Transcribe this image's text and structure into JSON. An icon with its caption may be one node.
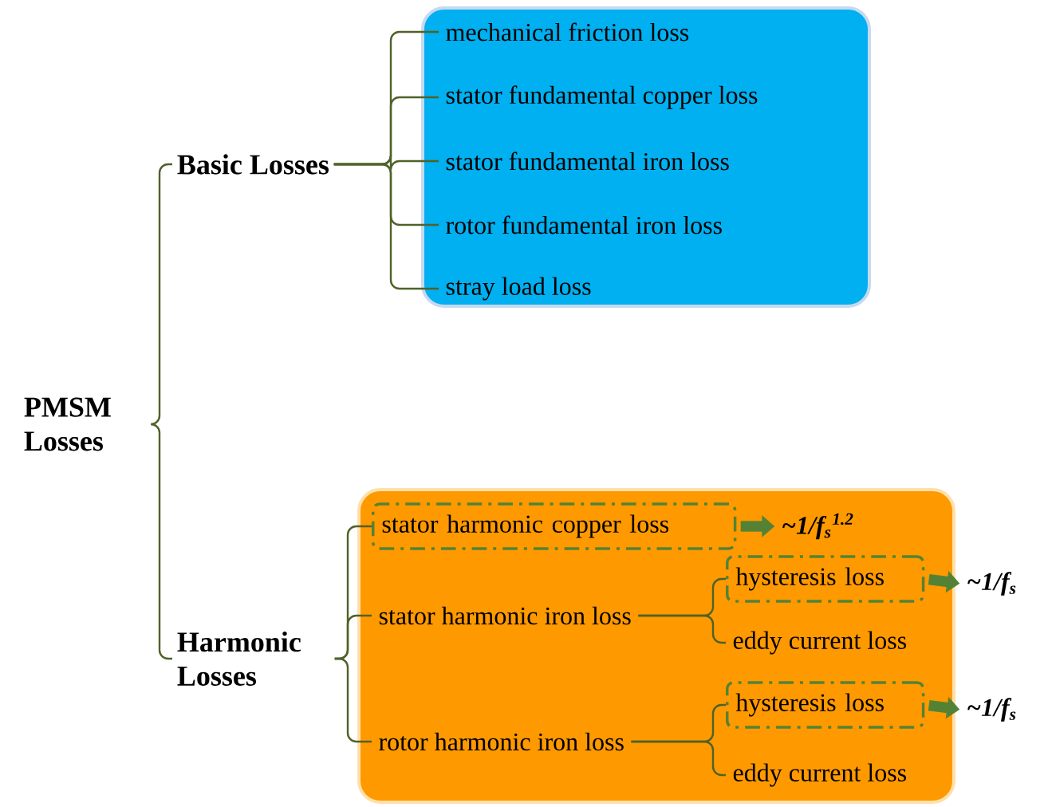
{
  "diagram": {
    "nodes": [
      {
        "text": [
          "PMSM Losses"
        ]
      },
      {
        "text": [
          "Basic Losses"
        ]
      },
      {
        "text": [],
        "shape": "box"
      },
      {
        "text": [
          "mechanical friction loss"
        ],
        "in": 2
      },
      {
        "text": [
          "stator fundamental copper loss"
        ],
        "in": 2
      },
      {
        "text": [
          "stator fundamental iron loss"
        ],
        "in": 2
      },
      {
        "text": [
          "rotor fundamental iron loss"
        ],
        "in": 2
      },
      {
        "text": [
          "stray load loss"
        ],
        "in": 2
      },
      {
        "text": [
          "Harmonic Losses"
        ]
      },
      {
        "text": [],
        "shape": "box"
      },
      {
        "text": [
          "stator harmonic copper loss"
        ],
        "in": 9
      },
      {
        "text": [
          "~1/f$_{s}$$^{1.2}$"
        ],
        "in": 9
      },
      {
        "text": [
          "stator harmonic iron loss"
        ],
        "in": 9
      },
      {
        "text": [
          "hysteresis loss"
        ],
        "in": 9
      },
      {
        "text": [
          "eddy current loss"
        ],
        "in": 9
      },
      {
        "text": [
          "~1/f$_{s}$"
        ]
      },
      {
        "text": [
          "rotor harmonic iron loss"
        ],
        "in": 9
      },
      {
        "text": [
          "hysteresis loss"
        ],
        "in": 9
      },
      {
        "text": [
          "eddy current loss"
        ],
        "in": 9
      },
      {
        "text": [
          "~1/f$_{s}$"
        ]
      }
    ],
    "edges": [
      {
        "from": 0,
        "to": 1,
        "arrow": "none"
      },
      {
        "from": 0,
        "to": 8,
        "arrow": "none"
      },
      {
        "from": 1,
        "to": 3,
        "arrow": "none"
      },
      {
        "from": 1,
        "to": 4,
        "arrow": "none"
      },
      {
        "from": 1,
        "to": 5,
        "arrow": "none"
      },
      {
        "from": 1,
        "to": 6,
        "arrow": "none"
      },
      {
        "from": 1,
        "to": 7,
        "arrow": "none"
      },
      {
        "from": 8,
        "to": 10,
        "arrow": "none"
      },
      {
        "from": 8,
        "to": 12,
        "arrow": "none"
      },
      {
        "from": 8,
        "to": 16,
        "arrow": "none"
      },
      {
        "from": 12,
        "to": 13,
        "arrow": "none"
      },
      {
        "from": 12,
        "to": 14,
        "arrow": "none"
      },
      {
        "from": 16,
        "to": 17,
        "arrow": "none"
      },
      {
        "from": 16,
        "to": 18,
        "arrow": "none"
      },
      {
        "from": 10,
        "to": 11,
        "arrow": "to",
        "style": "thick",
        "color": "#548235"
      },
      {
        "from": 13,
        "to": 15,
        "arrow": "to",
        "style": "thick",
        "color": "#548235"
      },
      {
        "from": 17,
        "to": 19,
        "arrow": "to",
        "style": "thick",
        "color": "#548235"
      }
    ]
  }
}
